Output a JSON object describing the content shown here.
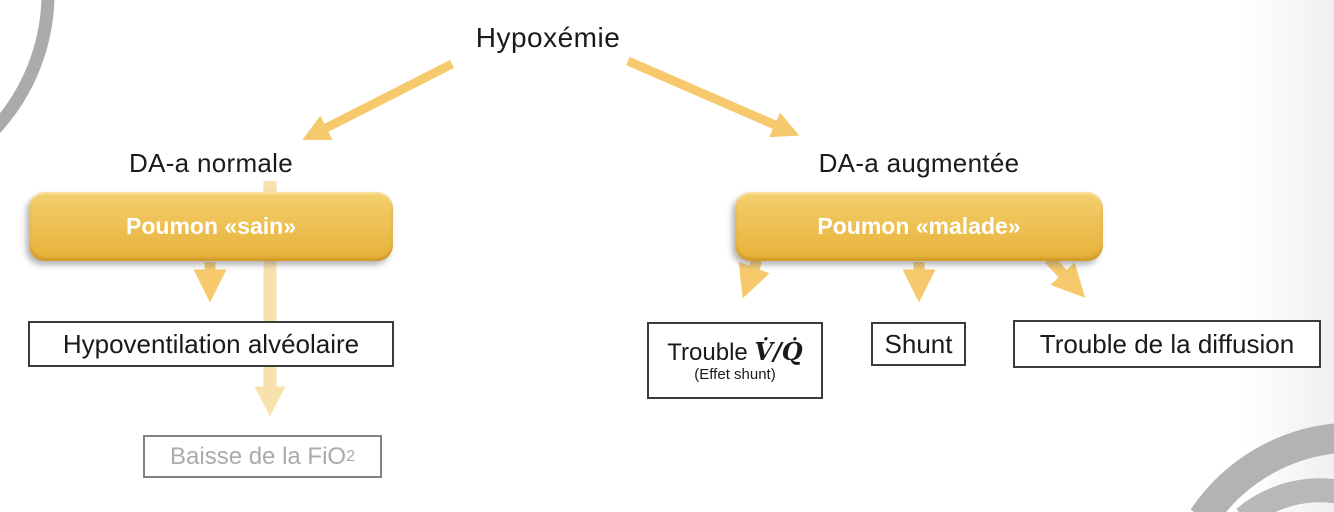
{
  "title": "Hypoxémie",
  "left": {
    "label": "DA-a normale",
    "pill": "Poumon «sain»",
    "hypoventilation": "Hypoventilation alvéolaire",
    "fio2_prefix": "Baisse de la FiO",
    "fio2_sub": "2"
  },
  "right": {
    "label": "DA-a augmentée",
    "pill": "Poumon «malade»",
    "vq_prefix": "Trouble ",
    "vq_math": "V̇/Q̇",
    "vq_note": "(Effet shunt)",
    "shunt": "Shunt",
    "diffusion": "Trouble de la diffusion"
  },
  "colors": {
    "arrow_solid": "#f5c96c",
    "arrow_pale": "#f7e2ae",
    "pill_gradient_top": "#f3cf6e",
    "pill_gradient_bottom": "#e7b138",
    "pill_text": "#ffffff",
    "box_border_dark": "#3b3b3b",
    "muted_box_border": "#828282",
    "muted_text": "#ababab",
    "decor_arc_gray": "#b0b0b0",
    "text": "#1a1a1a"
  }
}
